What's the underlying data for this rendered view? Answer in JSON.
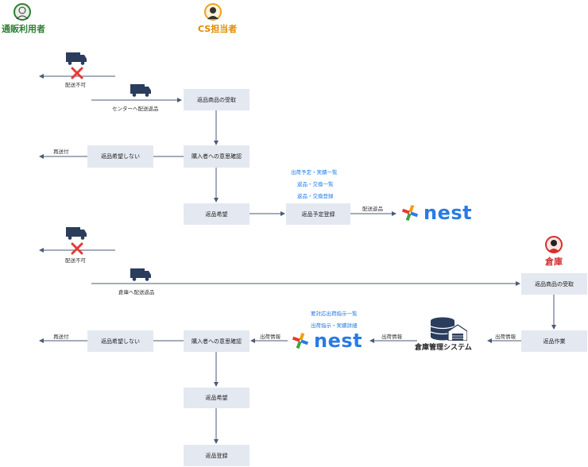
{
  "actors": {
    "customer": "通販利用者",
    "cs": "CS担当者",
    "warehouse": "倉庫"
  },
  "colors": {
    "arrow": "#4a5a7a",
    "box": "#e4e8f0",
    "blue_text": "#1e78e6",
    "nest_blue": "#2a7be4",
    "customer_green": "#2e7d32",
    "cs_orange": "#f0a020",
    "warehouse_red": "#d32f2f"
  },
  "section1": {
    "refused_label": "配送不可",
    "to_center_label": "センターへ配送返品",
    "receive_box": "返品商品の受取",
    "confirm_box": "購入者への意思確認",
    "no_return_box": "返品希望しない",
    "resend_label": "再送付",
    "want_return_box": "返品希望",
    "schedule_box": "返品予定登録",
    "return_goods_label": "配送返品",
    "blue_notes": [
      "出荷予定・実績一覧",
      "返品・交換一覧",
      "返品・交換登録"
    ]
  },
  "section2": {
    "refused_label": "配送不可",
    "to_warehouse_label": "倉庫へ配送返品",
    "receive_box": "返品商品の受取",
    "work_box": "返品作業",
    "ship_info_1": "出荷情報",
    "wms_label": "倉庫管理システム",
    "ship_info_2": "出荷情報",
    "ship_info_3": "出荷情報",
    "confirm_box": "購入者への意思確認",
    "no_return_box": "返品希望しない",
    "resend_label": "再送付",
    "want_return_box": "返品希望",
    "register_box": "返品登録",
    "blue_notes": [
      "要対応出荷指示一覧",
      "出荷指示・実績詳細"
    ]
  },
  "logo": {
    "text": "nest"
  },
  "icons": [
    "truck-icon",
    "cross-icon",
    "database-icon",
    "nest-logo-icon",
    "avatar-icon"
  ]
}
